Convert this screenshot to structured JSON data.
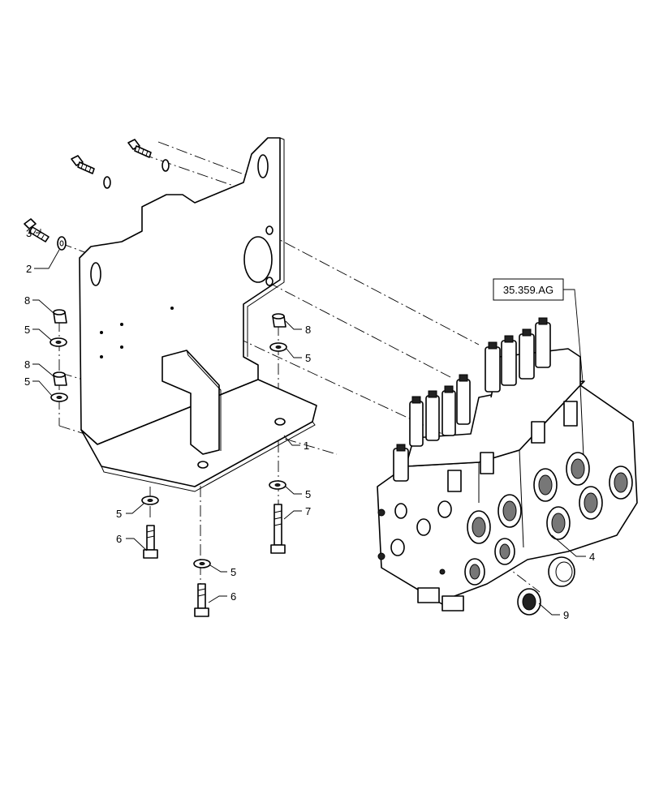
{
  "reference_box": {
    "text": "35.359.AG"
  },
  "callouts": [
    {
      "id": "c1",
      "text": "1"
    },
    {
      "id": "c2",
      "text": "2"
    },
    {
      "id": "c3",
      "text": "3"
    },
    {
      "id": "c4",
      "text": "4"
    },
    {
      "id": "c5a",
      "text": "5"
    },
    {
      "id": "c5b",
      "text": "5"
    },
    {
      "id": "c5c",
      "text": "5"
    },
    {
      "id": "c5d",
      "text": "5"
    },
    {
      "id": "c5e",
      "text": "5"
    },
    {
      "id": "c5f",
      "text": "5"
    },
    {
      "id": "c6a",
      "text": "6"
    },
    {
      "id": "c6b",
      "text": "6"
    },
    {
      "id": "c7",
      "text": "7"
    },
    {
      "id": "c8a",
      "text": "8"
    },
    {
      "id": "c8b",
      "text": "8"
    },
    {
      "id": "c8c",
      "text": "8"
    },
    {
      "id": "c9",
      "text": "9"
    }
  ]
}
